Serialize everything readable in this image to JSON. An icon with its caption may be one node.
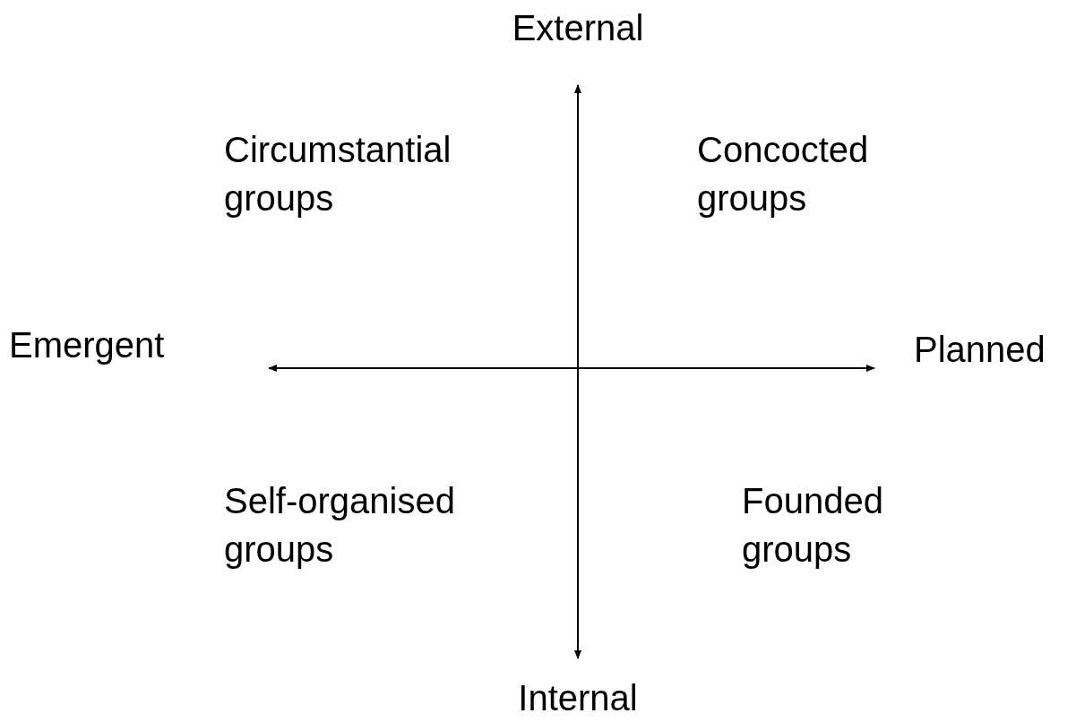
{
  "diagram": {
    "labels": [
      "External",
      "Circumstantial groups",
      "Concocted groups",
      "Emergent",
      "Planned",
      "Self-organised groups",
      "Founded groups",
      "Internal"
    ]
  }
}
